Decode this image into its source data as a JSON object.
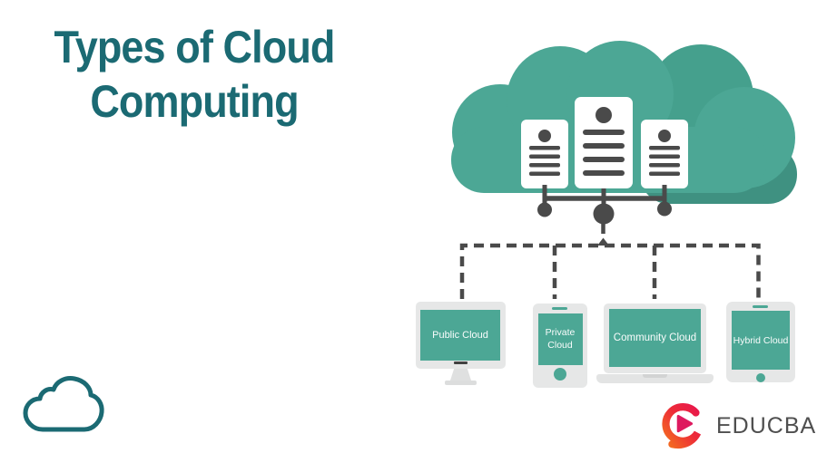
{
  "title": {
    "line1": "Types of Cloud",
    "line2": "Computing"
  },
  "diagram": {
    "cloud": {
      "description": "cloud containing three server cards connected by a network hub"
    },
    "devices": [
      {
        "id": "public-cloud",
        "device": "desktop-monitor",
        "label": "Public Cloud"
      },
      {
        "id": "private-cloud",
        "device": "smartphone",
        "label": "Private Cloud"
      },
      {
        "id": "community-cloud",
        "device": "laptop",
        "label": "Community Cloud"
      },
      {
        "id": "hybrid-cloud",
        "device": "tablet",
        "label": "Hybrid Cloud"
      }
    ],
    "icons": [
      "cloud-servers-icon",
      "cloud-outline-icon"
    ]
  },
  "brand": {
    "name": "EDUCBA",
    "logo_icon": "play-button-swirl-icon"
  },
  "colors": {
    "teal": "#4CA795",
    "teal_medium": "#45A08D",
    "teal_dark": "#3F9181",
    "title_teal": "#1B6A73",
    "connector_gray": "#4A4A4A",
    "device_bezel_gray": "#E6E7E7",
    "label_white": "#FFFFFF",
    "brand_orange": "#F4701F",
    "brand_red": "#E8174C",
    "brand_magenta": "#DE1A5F",
    "brand_text_gray": "#4F4F4F"
  }
}
